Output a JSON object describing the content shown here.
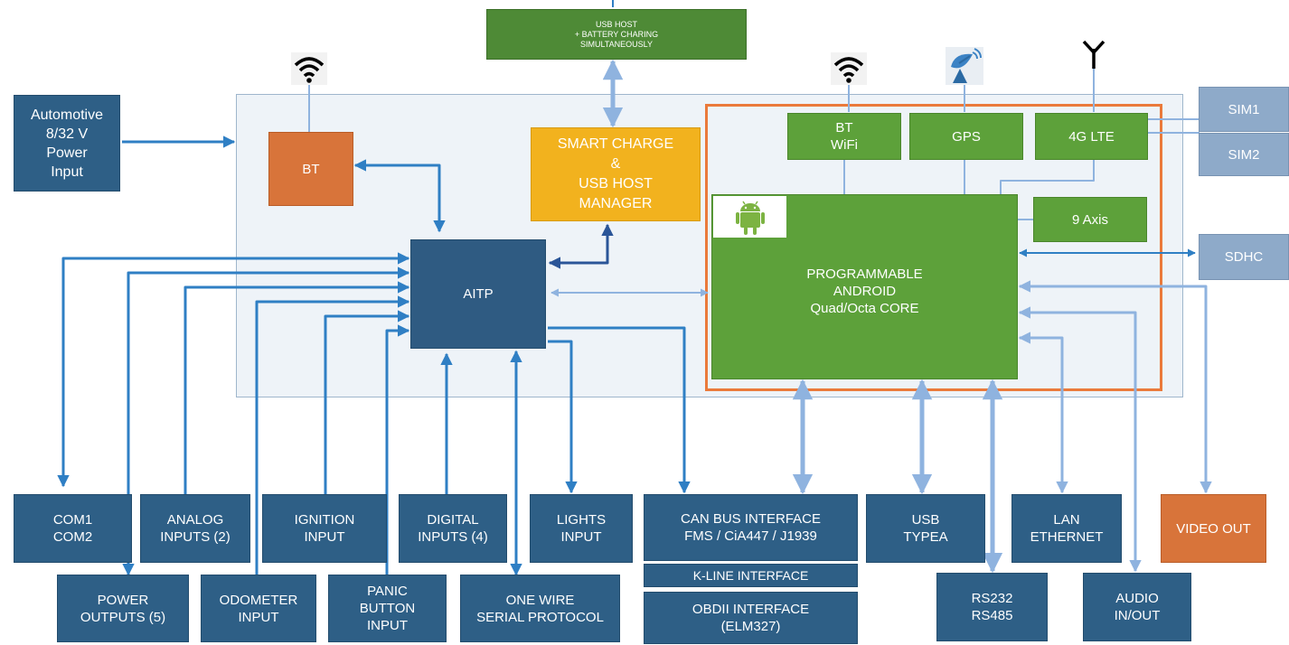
{
  "blocks": {
    "usb_host_top": [
      "USB HOST",
      "+ BATTERY CHARING",
      "SIMULTANEOUSLY"
    ],
    "automotive": [
      "Automotive",
      "8/32 V",
      "Power",
      "Input"
    ],
    "bt_left": "BT",
    "smart_charge": [
      "SMART CHARGE",
      "&",
      "USB HOST",
      "MANAGER"
    ],
    "aitp": "AITP",
    "bt_wifi": [
      "BT",
      "WiFi"
    ],
    "gps": "GPS",
    "lte": "4G LTE",
    "axis": "9 Axis",
    "android": [
      "PROGRAMMABLE",
      "ANDROID",
      "Quad/Octa CORE"
    ],
    "sim1": "SIM1",
    "sim2": "SIM2",
    "sdhc": "SDHC"
  },
  "bottom": {
    "com": [
      "COM1",
      "COM2"
    ],
    "analog": [
      "ANALOG",
      "INPUTS (2)"
    ],
    "ignition": [
      "IGNITION",
      "INPUT"
    ],
    "digital": [
      "DIGITAL",
      "INPUTS (4)"
    ],
    "lights": [
      "LIGHTS",
      "INPUT"
    ],
    "can": [
      "CAN BUS INTERFACE",
      "FMS / CiA447 / J1939"
    ],
    "kline": "K-LINE INTERFACE",
    "obd": [
      "OBDII INTERFACE",
      "(ELM327)"
    ],
    "usb": [
      "USB",
      "TYPEA"
    ],
    "lan": [
      "LAN",
      "ETHERNET"
    ],
    "video": "VIDEO OUT",
    "power": [
      "POWER",
      "OUTPUTS (5)"
    ],
    "odometer": [
      "ODOMETER",
      "INPUT"
    ],
    "panic": [
      "PANIC",
      "BUTTON",
      "INPUT"
    ],
    "onewire": [
      "ONE WIRE",
      "SERIAL PROTOCOL"
    ],
    "rs": [
      "RS232",
      "RS485"
    ],
    "audio": [
      "AUDIO",
      "IN/OUT"
    ]
  },
  "icons": [
    "wifi-icon",
    "wifi-icon",
    "satellite-dish-icon",
    "antenna-icon",
    "android-icon"
  ],
  "colors": {
    "navy": "#2e5f86",
    "green": "#5da13a",
    "orange": "#d8743a",
    "steel": "#8eaac9",
    "amber": "#f2b21e",
    "wire": "#2f7fc4",
    "wire_light": "#8fb3df",
    "frame": "#ea7a3b"
  }
}
